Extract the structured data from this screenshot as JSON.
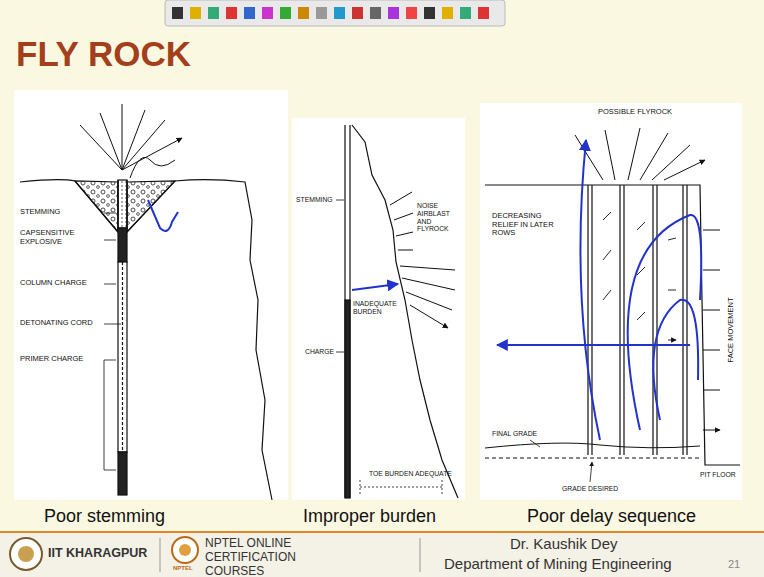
{
  "diagram": {
    "title": "FLY ROCK",
    "labels": [
      "STEMMING",
      "CAPSENSITIVE EXPLOSIVE",
      "COLUMN CHARGE",
      "DETONATING CORD",
      "PRIMER CHARGE",
      "Poor stemming",
      "STEMMING",
      "NOISE AIRBLAST AND FLYROCK",
      "INADEQUATE BURDEN",
      "CHARGE",
      "TOE BURDEN ADEQUATE",
      "Improper burden",
      "POSSIBLE FLYROCK",
      "DECREASING RELIEF IN LATER ROWS",
      "FACE MOVEMENT",
      "FINAL GRADE",
      "GRADE DESIRED",
      "PIT FLOOR",
      "Poor delay sequence",
      "IIT KHARAGPUR",
      "NPTEL ONLINE CERTIFICATION COURSES",
      "NPTEL",
      "Dr. Kaushik Dey",
      "Department of Mining Engineering",
      "21"
    ]
  }
}
